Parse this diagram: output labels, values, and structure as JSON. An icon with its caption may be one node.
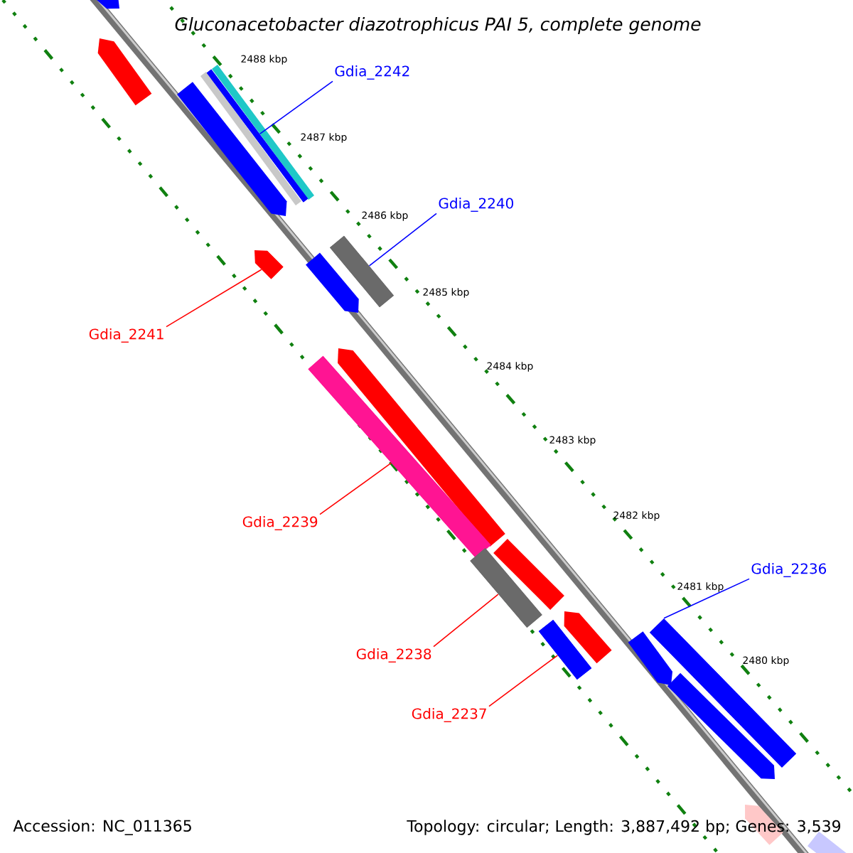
{
  "diagram": {
    "title": "Gluconacetobacter diazotrophicus PAI 5, complete genome",
    "nodes": [
      {
        "text": [
          "Gdia_2242"
        ]
      },
      {
        "text": [
          "Gdia_2240"
        ]
      },
      {
        "text": [
          "Gdia_2241"
        ]
      },
      {
        "text": [
          "Gdia_2239"
        ]
      },
      {
        "text": [
          "Gdia_2238"
        ]
      },
      {
        "text": [
          "Gdia_2237"
        ]
      },
      {
        "text": [
          "Gdia_2236"
        ]
      },
      {
        "text": [],
        "shape": "bar"
      },
      {
        "text": [],
        "shape": "bar"
      },
      {
        "text": [],
        "shape": "bar"
      },
      {
        "text": [],
        "shape": "bar"
      },
      {
        "text": [],
        "shape": "bar"
      },
      {
        "text": [],
        "shape": "bar"
      },
      {
        "text": [],
        "shape": "bar"
      }
    ],
    "edges": [
      {
        "from": 0,
        "to": 7,
        "arrow": "none",
        "color": "#0000ff"
      },
      {
        "from": 1,
        "to": 8,
        "arrow": "none",
        "color": "#0000ff"
      },
      {
        "from": 2,
        "to": 9,
        "arrow": "none",
        "color": "#ff0000"
      },
      {
        "from": 3,
        "to": 10,
        "arrow": "none",
        "color": "#ff0000"
      },
      {
        "from": 4,
        "to": 11,
        "arrow": "none",
        "color": "#ff0000"
      },
      {
        "from": 5,
        "to": 12,
        "arrow": "none",
        "color": "#ff0000"
      },
      {
        "from": 6,
        "to": 13,
        "arrow": "none",
        "color": "#0000ff"
      }
    ],
    "labels": [
      "2488 kbp",
      "2487 kbp",
      "2486 kbp",
      "2485 kbp",
      "2484 kbp",
      "2483 kbp",
      "2482 kbp",
      "2481 kbp",
      "2480 kbp",
      "Accession: NC_011365",
      "Topology: circular; Length: 3,887,492 bp; Genes: 3,539"
    ]
  }
}
